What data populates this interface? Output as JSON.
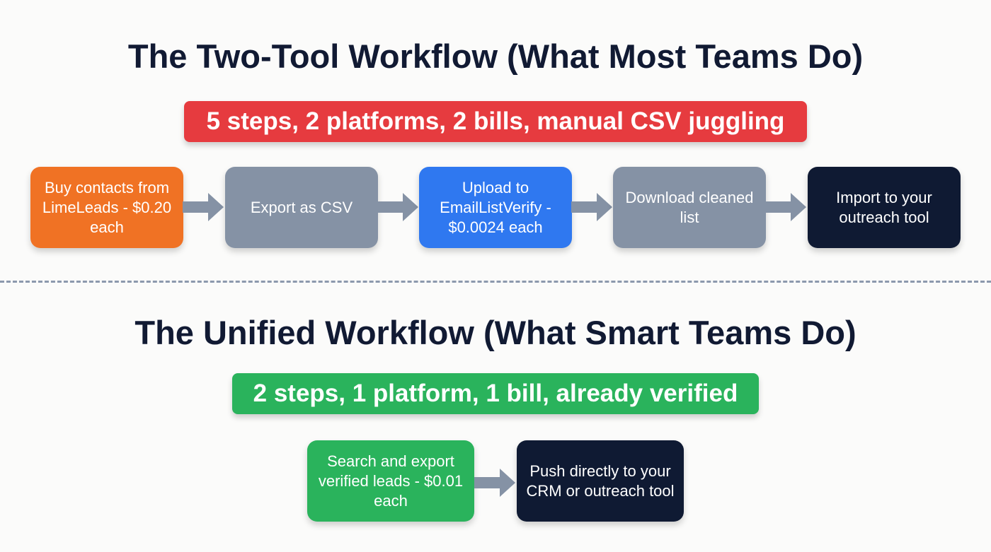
{
  "top_section": {
    "title": "The Two-Tool Workflow (What Most Teams Do)",
    "banner": "5 steps, 2 platforms, 2 bills, manual CSV juggling",
    "banner_color": "#e63b3f",
    "steps": [
      {
        "label": "Buy contacts from LimeLeads - $0.20 each",
        "color": "#f07224"
      },
      {
        "label": "Export as CSV",
        "color": "#8592a5"
      },
      {
        "label": "Upload to EmailListVerify - $0.0024 each",
        "color": "#2f78f0"
      },
      {
        "label": "Download cleaned list",
        "color": "#8592a5"
      },
      {
        "label": "Import to your outreach tool",
        "color": "#0f1a33"
      }
    ]
  },
  "bottom_section": {
    "title": "The Unified Workflow (What Smart Teams Do)",
    "banner": "2 steps, 1 platform, 1 bill, already verified",
    "banner_color": "#2ab35c",
    "steps": [
      {
        "label": "Search and export verified leads - $0.01 each",
        "color": "#2ab35c"
      },
      {
        "label": "Push directly to your CRM or outreach tool",
        "color": "#0f1a33"
      }
    ]
  },
  "colors": {
    "title_text": "#111a33",
    "arrow": "#8592a5",
    "divider": "#8c99ad",
    "background": "#fbfbfa"
  }
}
